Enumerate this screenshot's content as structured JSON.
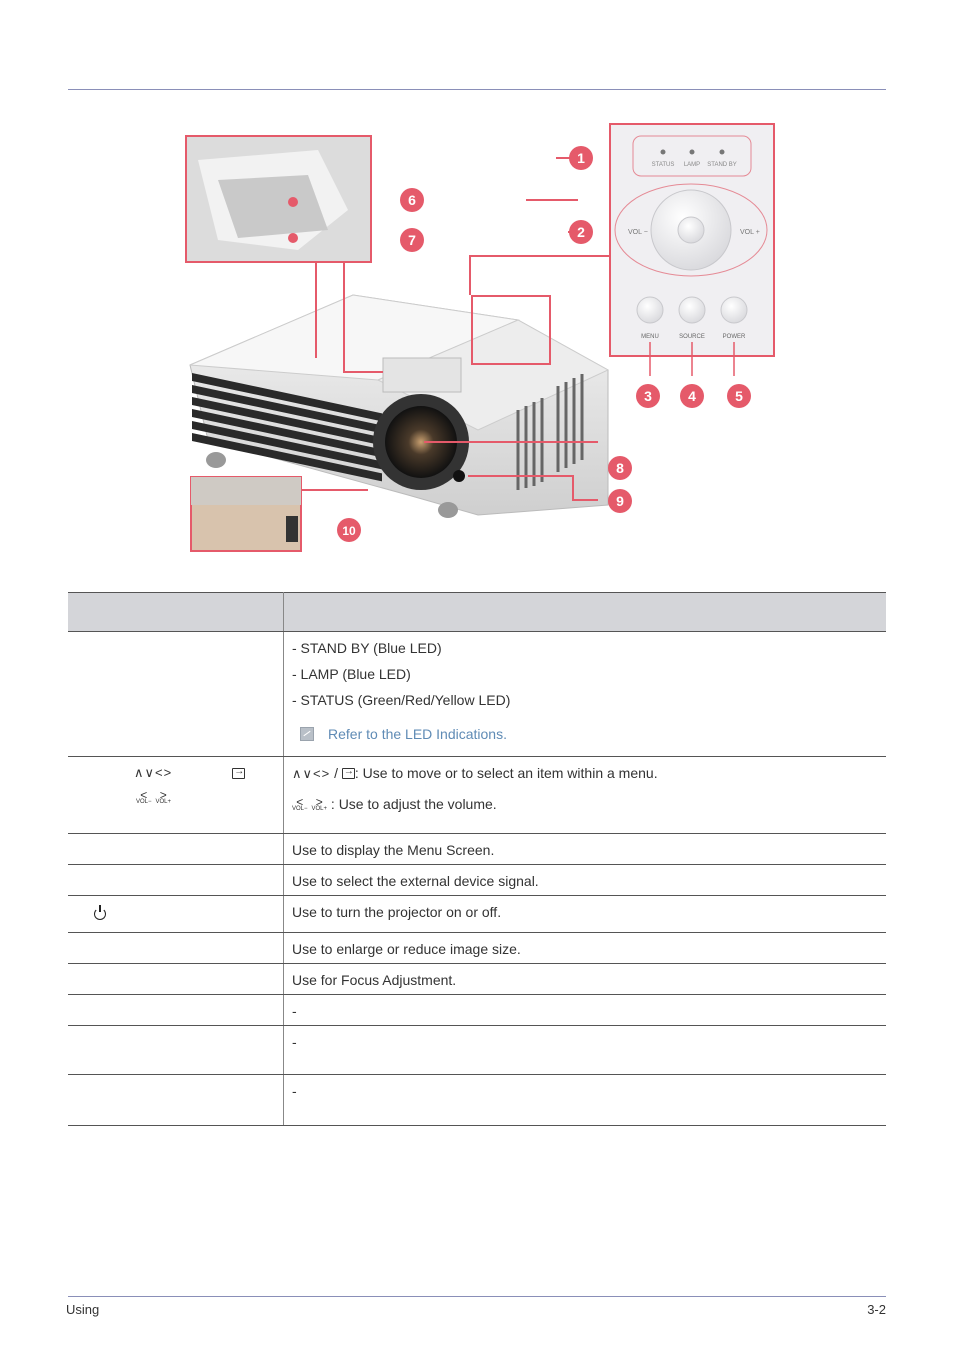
{
  "figure": {
    "panel_labels": {
      "status": "STATUS",
      "lamp": "LAMP",
      "standby": "STAND BY",
      "vol_minus": "VOL −",
      "vol_plus": "VOL +",
      "menu": "MENU",
      "source": "SOURCE",
      "power": "POWER"
    },
    "callouts": [
      "1",
      "2",
      "3",
      "4",
      "5",
      "6",
      "7",
      "8",
      "9",
      "10"
    ],
    "accent_color": "#e55a6a"
  },
  "table": {
    "rows": {
      "r1": {
        "lines": [
          "- STAND BY (Blue LED)",
          "- LAMP (Blue LED)",
          "- STATUS (Green/Red/Yellow LED)"
        ],
        "note": "Refer to the LED Indications."
      },
      "r2": {
        "arrows": "∧∨<>",
        "slash": " / ",
        "move_text": ": Use to move or to select an item within a menu.",
        "vol_text": " : Use to adjust the volume."
      },
      "r3": "Use to display the Menu Screen.",
      "r4": "Use to select the external device signal.",
      "r5": "Use to turn the projector on or off.",
      "r6": "Use to enlarge or reduce image size.",
      "r7": "Use for Focus Adjustment.",
      "r8": "-",
      "r9": "-",
      "r10": "-"
    }
  },
  "footer": {
    "left": "Using",
    "right": "3-2"
  }
}
